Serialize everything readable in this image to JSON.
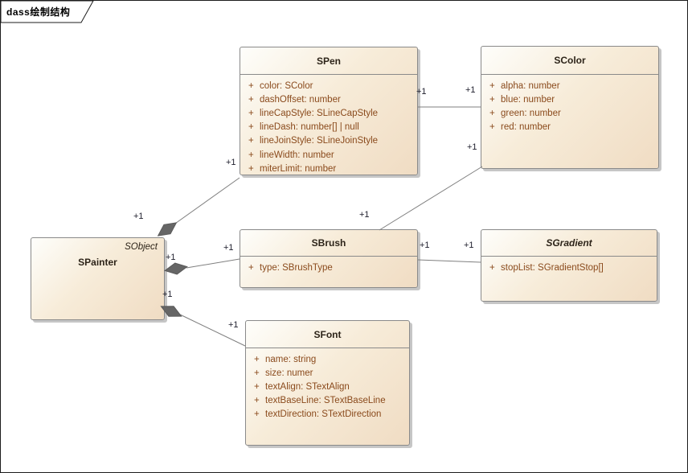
{
  "frame": {
    "title": "dass绘制结构"
  },
  "classes": [
    {
      "name": "SPen",
      "attributes": [
        {
          "vis": "+",
          "text": "color: SColor"
        },
        {
          "vis": "+",
          "text": "dashOffset: number"
        },
        {
          "vis": "+",
          "text": "lineCapStyle: SLineCapStyle"
        },
        {
          "vis": "+",
          "text": "lineDash: number[] | null"
        },
        {
          "vis": "+",
          "text": "lineJoinStyle: SLineJoinStyle"
        },
        {
          "vis": "+",
          "text": "lineWidth: number"
        },
        {
          "vis": "+",
          "text": "miterLimit: number"
        }
      ]
    },
    {
      "name": "SColor",
      "attributes": [
        {
          "vis": "+",
          "text": "alpha: number"
        },
        {
          "vis": "+",
          "text": "blue: number"
        },
        {
          "vis": "+",
          "text": "green: number"
        },
        {
          "vis": "+",
          "text": "red: number"
        }
      ]
    },
    {
      "name": "SPainter",
      "stereotype": "SObject",
      "attributes": []
    },
    {
      "name": "SBrush",
      "attributes": [
        {
          "vis": "+",
          "text": "type: SBrushType"
        }
      ]
    },
    {
      "name": "SGradient",
      "abstract": true,
      "attributes": [
        {
          "vis": "+",
          "text": "stopList: SGradientStop[]"
        }
      ]
    },
    {
      "name": "SFont",
      "attributes": [
        {
          "vis": "+",
          "text": "name: string"
        },
        {
          "vis": "+",
          "text": "size: numer"
        },
        {
          "vis": "+",
          "text": "textAlign: STextAlign"
        },
        {
          "vis": "+",
          "text": "textBaseLine: STextBaseLine"
        },
        {
          "vis": "+",
          "text": "textDirection: STextDirection"
        }
      ]
    }
  ],
  "connectors": [
    {
      "type": "composition",
      "source": "SPainter",
      "target": "SPen",
      "source_label": "+1",
      "target_label": "+1"
    },
    {
      "type": "composition",
      "source": "SPainter",
      "target": "SBrush",
      "source_label": "+1",
      "target_label": "+1"
    },
    {
      "type": "composition",
      "source": "SPainter",
      "target": "SFont",
      "source_label": "+1",
      "target_label": "+1"
    },
    {
      "type": "association",
      "source": "SPen",
      "target": "SColor",
      "source_label": "+1",
      "target_label": "+1"
    },
    {
      "type": "association",
      "source": "SBrush",
      "target": "SColor",
      "source_label": "+1",
      "target_label": "+1"
    },
    {
      "type": "association",
      "source": "SBrush",
      "target": "SGradient",
      "source_label": "+1",
      "target_label": "+1"
    }
  ],
  "colors": {
    "box_fill_light": "#fefefb",
    "box_fill_dark": "#f0dcc3",
    "box_border": "#8a8a8a",
    "attribute_text": "#8a4a1c",
    "title_text": "#2d2419",
    "connector_line": "#7f7f7f",
    "diamond_fill": "#666666",
    "label_text": "#20202e"
  }
}
